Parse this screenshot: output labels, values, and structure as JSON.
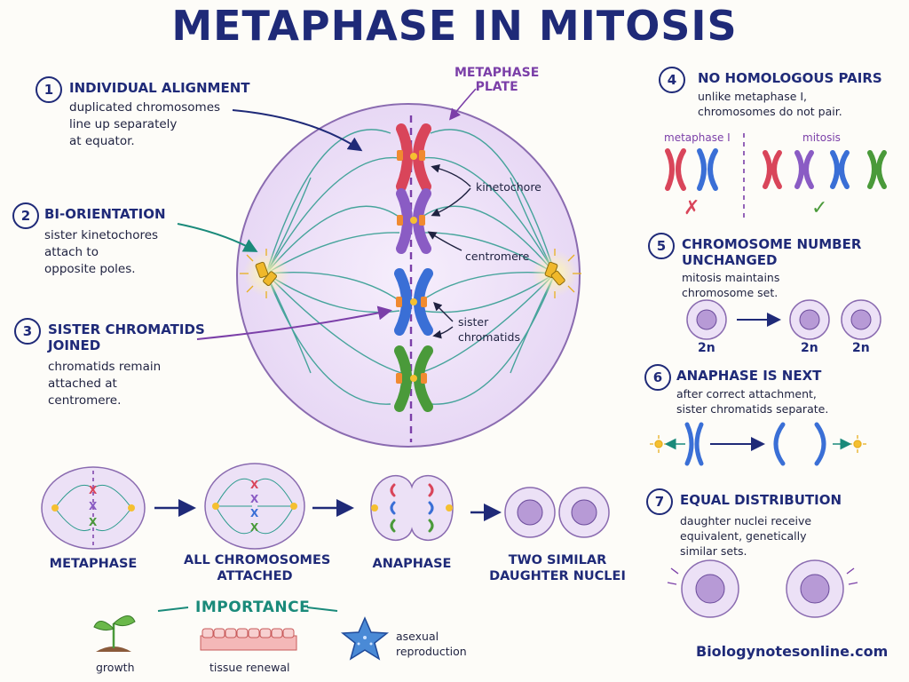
{
  "title": "METAPHASE IN MITOSIS",
  "left_points": [
    {
      "number": "1",
      "heading": "INDIVIDUAL ALIGNMENT",
      "lines": [
        "duplicated chromosomes",
        "line up separately",
        "at equator."
      ]
    },
    {
      "number": "2",
      "heading": "BI-ORIENTATION",
      "lines": [
        "sister kinetochores",
        "attach to",
        "opposite poles."
      ]
    },
    {
      "number": "3",
      "heading_lines": [
        "SISTER CHROMATIDS",
        "JOINED"
      ],
      "lines": [
        "chromatids remain",
        "attached at",
        "centromere."
      ]
    }
  ],
  "diagram_labels": {
    "plate": [
      "METAPHASE",
      "PLATE"
    ],
    "kinetochore": "kinetochore",
    "centromere": "centromere",
    "sister": [
      "sister",
      "chromatids"
    ]
  },
  "right_points": [
    {
      "number": "4",
      "heading": "NO HOMOLOGOUS PAIRS",
      "lines": [
        "unlike metaphase I,",
        "chromosomes do not pair."
      ],
      "compare_labels": [
        "metaphase I",
        "mitosis"
      ],
      "marks": [
        "✗",
        "✓"
      ]
    },
    {
      "number": "5",
      "heading_lines": [
        "CHROMOSOME NUMBER",
        "UNCHANGED"
      ],
      "lines": [
        "mitosis maintains",
        "chromosome set."
      ],
      "cells": [
        "2n",
        "2n",
        "2n"
      ]
    },
    {
      "number": "6",
      "heading": "ANAPHASE IS NEXT",
      "lines": [
        "after correct attachment,",
        "sister chromatids separate."
      ]
    },
    {
      "number": "7",
      "heading": "EQUAL DISTRIBUTION",
      "lines": [
        "daughter nuclei receive",
        "equivalent, genetically",
        "similar sets."
      ]
    }
  ],
  "stages": [
    {
      "lines": [
        "METAPHASE"
      ]
    },
    {
      "lines": [
        "ALL CHROMOSOMES",
        "ATTACHED"
      ]
    },
    {
      "lines": [
        "ANAPHASE"
      ]
    },
    {
      "lines": [
        "TWO SIMILAR",
        "DAUGHTER NUCLEI"
      ]
    }
  ],
  "importance": {
    "heading": "IMPORTANCE",
    "items": [
      {
        "label": "growth",
        "icon": "sprout-icon"
      },
      {
        "label": "tissue renewal",
        "icon": "tissue-icon"
      },
      {
        "label_lines": [
          "asexual",
          "reproduction"
        ],
        "icon": "starfish-icon"
      }
    ]
  },
  "credit": "Biologynotesonline.com",
  "colors": {
    "title": "#1f2a78",
    "teal": "#1a8a7a",
    "purple": "#7b3fa8",
    "red": "#d9455a",
    "violet": "#8a5cc4",
    "blue": "#3a6fd6",
    "green": "#4a9a3a",
    "cell": "#ece1f6"
  }
}
